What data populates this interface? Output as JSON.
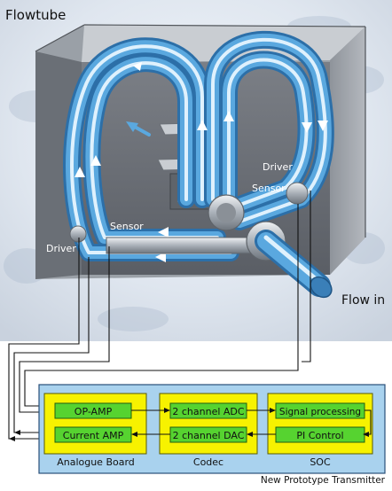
{
  "labels": {
    "flowtube": "Flowtube",
    "driver_right": "Driver",
    "sensor_right": "Sensor",
    "sensor_left": "Sensor",
    "driver_left": "Driver",
    "flow_in": "Flow in"
  },
  "blocks": {
    "op_amp": "OP-AMP",
    "current_amp": "Current AMP",
    "adc": "2 channel ADC",
    "dac": "2 channel DAC",
    "signal_processing": "Signal processing",
    "pi_control": "PI Control"
  },
  "groups": {
    "analogue": "Analogue Board",
    "codec": "Codec",
    "soc": "SOC"
  },
  "footer": "New Prototype Transmitter",
  "colors": {
    "tube": "#5aa8df",
    "tube_light": "#dff1fd",
    "board": "#a9d2ee",
    "group": "#f7f200",
    "block": "#56d330"
  }
}
